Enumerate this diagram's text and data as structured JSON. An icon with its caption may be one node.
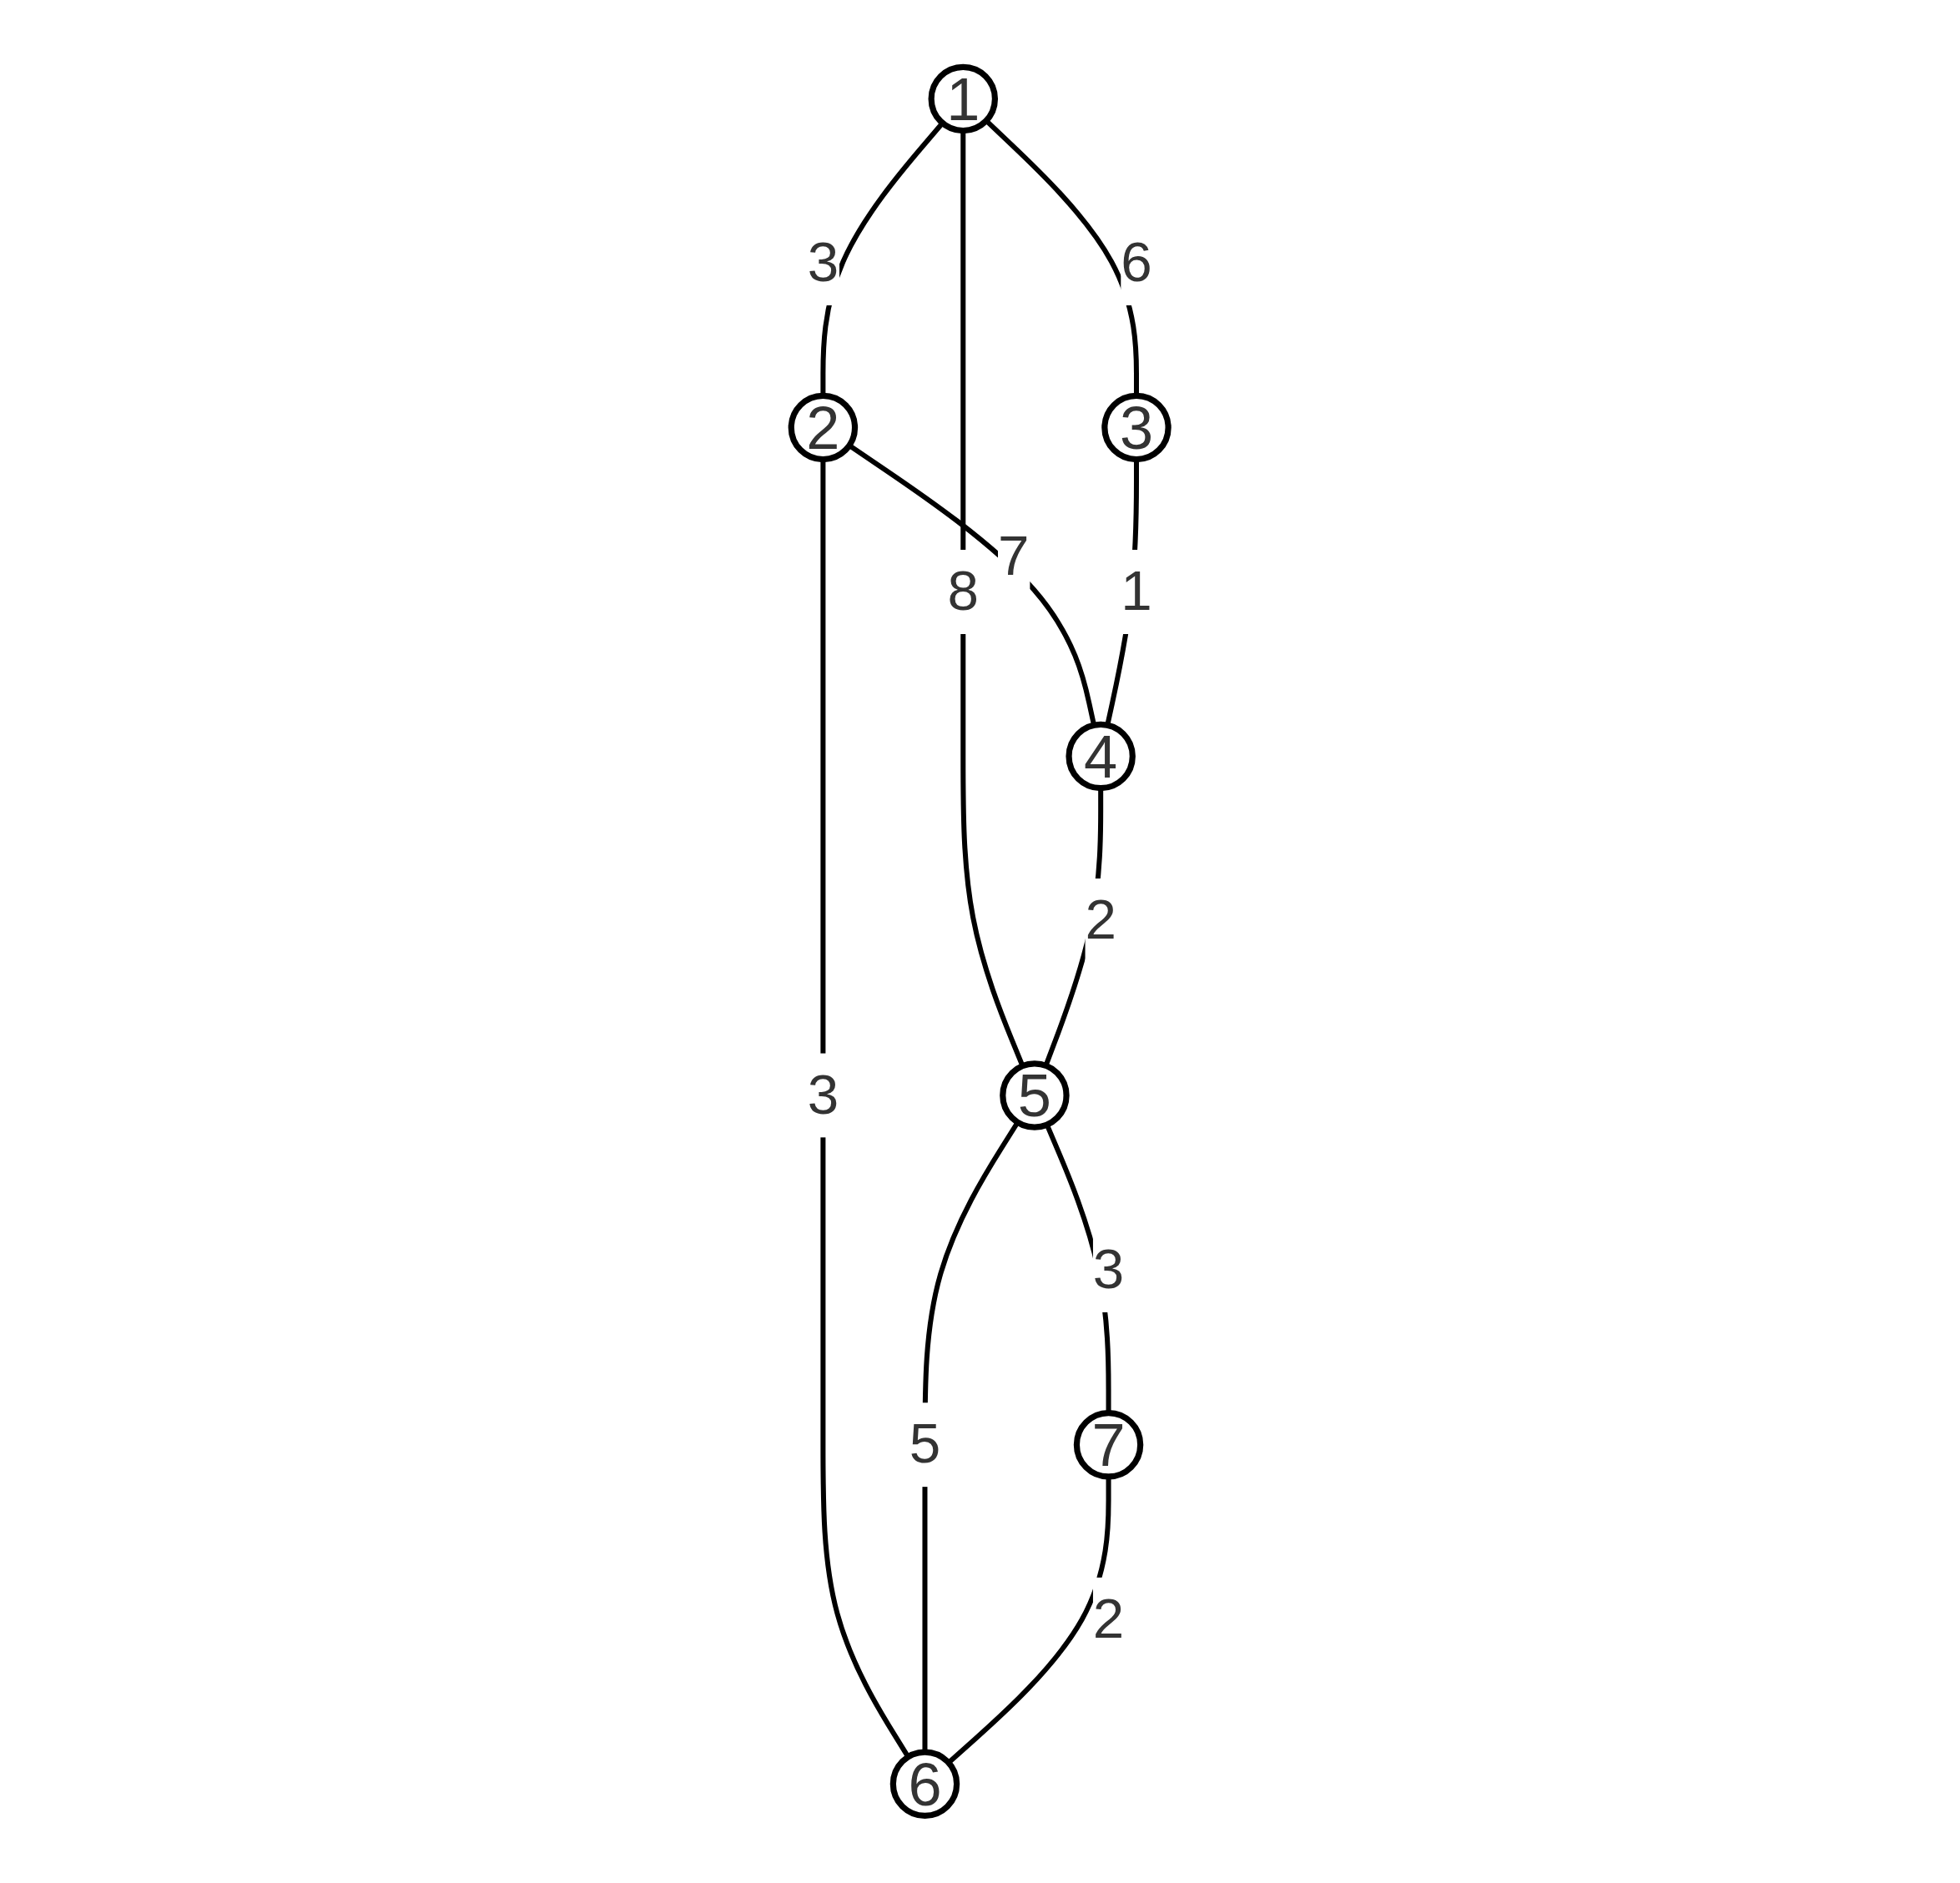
{
  "diagram": {
    "nodes": [
      {
        "text": [
          "1"
        ]
      },
      {
        "text": [
          "2"
        ]
      },
      {
        "text": [
          "3"
        ]
      },
      {
        "text": [
          "4"
        ]
      },
      {
        "text": [
          "5"
        ]
      },
      {
        "text": [
          "6"
        ]
      },
      {
        "text": [
          "7"
        ]
      }
    ],
    "edges": [
      {
        "from": 0,
        "to": 1,
        "arrow": "none",
        "label": "3"
      },
      {
        "from": 0,
        "to": 2,
        "arrow": "none",
        "label": "6"
      },
      {
        "from": 0,
        "to": 4,
        "arrow": "none",
        "label": "8"
      },
      {
        "from": 1,
        "to": 3,
        "arrow": "none",
        "label": "7"
      },
      {
        "from": 1,
        "to": 5,
        "arrow": "none",
        "label": "3"
      },
      {
        "from": 2,
        "to": 3,
        "arrow": "none",
        "label": "1"
      },
      {
        "from": 3,
        "to": 4,
        "arrow": "none",
        "label": "2"
      },
      {
        "from": 4,
        "to": 6,
        "arrow": "none",
        "label": "3"
      },
      {
        "from": 4,
        "to": 5,
        "arrow": "none",
        "label": "5"
      },
      {
        "from": 6,
        "to": 5,
        "arrow": "none",
        "label": "2"
      }
    ]
  }
}
